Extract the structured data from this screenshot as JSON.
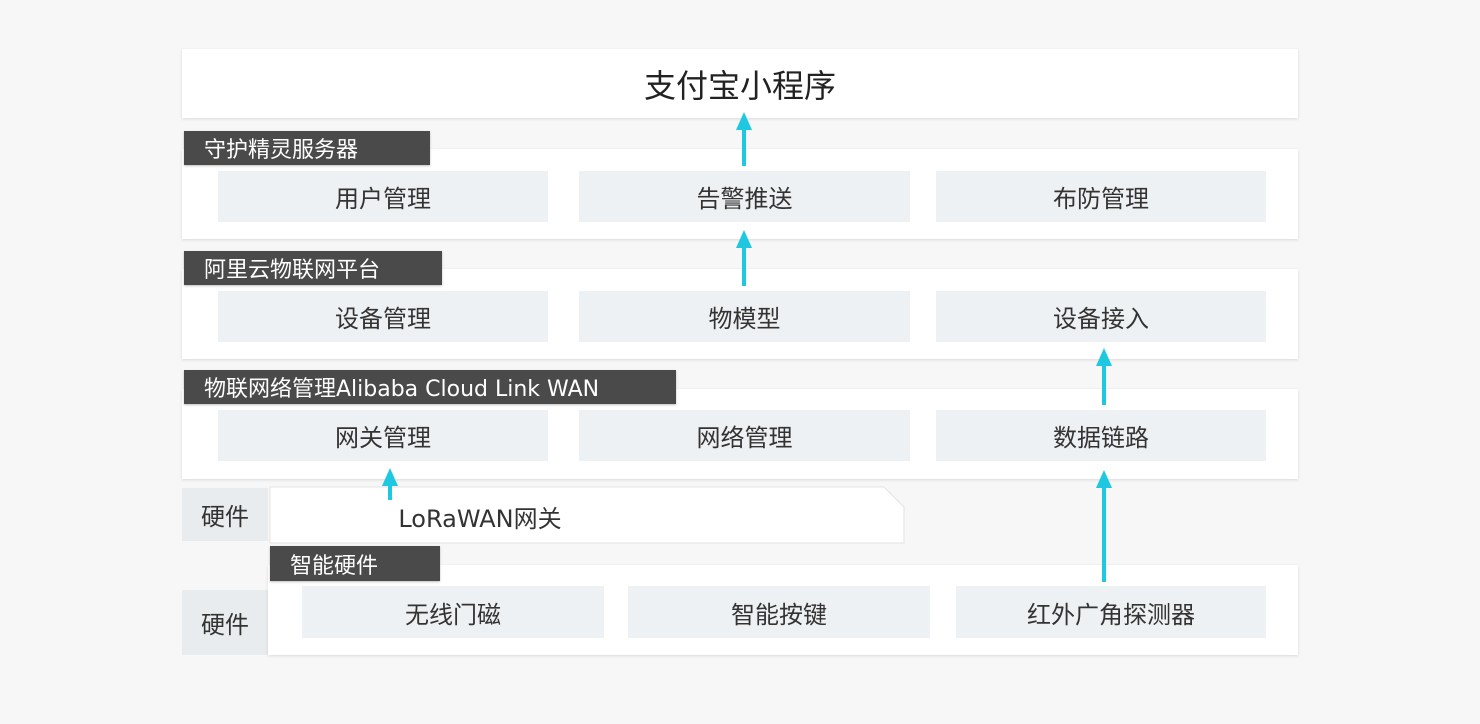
{
  "top": {
    "title": "支付宝小程序"
  },
  "guardian_server": {
    "tag": "守护精灵服务器",
    "cells": [
      "用户管理",
      "告警推送",
      "布防管理"
    ]
  },
  "aliyun_iot": {
    "tag": "阿里云物联网平台",
    "cells": [
      "设备管理",
      "物模型",
      "设备接入"
    ]
  },
  "link_wan": {
    "tag": "物联网络管理Alibaba Cloud Link WAN",
    "cells": [
      "网关管理",
      "网络管理",
      "数据链路"
    ]
  },
  "gateway_row": {
    "side_label": "硬件",
    "gateway": "LoRaWAN网关"
  },
  "smart_hw": {
    "tag": "智能硬件",
    "side_label": "硬件",
    "cells": [
      "无线门磁",
      "智能按键",
      "红外广角探测器"
    ]
  },
  "colors": {
    "arrow": "#1ec8e0",
    "tag_bg": "#4a4a4a",
    "cell_bg": "#eef1f3",
    "page_bg": "#f7f7f7"
  }
}
